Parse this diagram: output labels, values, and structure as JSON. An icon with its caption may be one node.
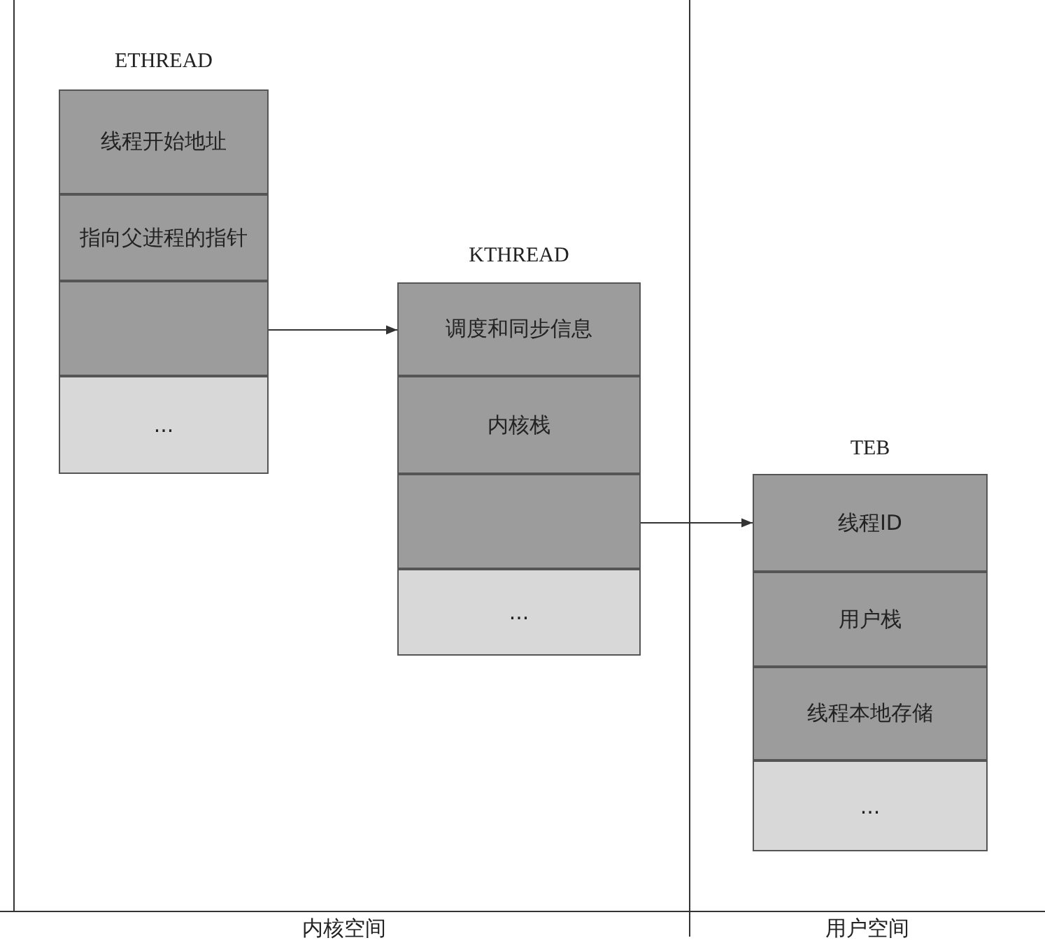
{
  "diagram": {
    "nodes": [
      {
        "text": [
          "ETHREAD"
        ]
      },
      {
        "text": [
          "线程开始地址"
        ],
        "in": 0
      },
      {
        "text": [
          "指向父进程的指针"
        ],
        "in": 0
      },
      {
        "text": [],
        "shape": "box",
        "in": 0
      },
      {
        "text": [
          "..."
        ],
        "in": 0
      },
      {
        "text": [
          "KTHREAD"
        ]
      },
      {
        "text": [
          "调度和同步信息"
        ],
        "in": 5
      },
      {
        "text": [
          "内核栈"
        ],
        "in": 5
      },
      {
        "text": [],
        "shape": "box",
        "in": 5
      },
      {
        "text": [
          "..."
        ],
        "in": 5
      },
      {
        "text": [
          "TEB"
        ]
      },
      {
        "text": [
          "线程ID"
        ],
        "in": 10
      },
      {
        "text": [
          "用户栈"
        ],
        "in": 10
      },
      {
        "text": [
          "线程本地存储"
        ],
        "in": 10
      },
      {
        "text": [
          "..."
        ],
        "in": 10
      }
    ],
    "edges": [
      {
        "from": 3,
        "to": 5,
        "arrow": "to"
      },
      {
        "from": 8,
        "to": 10,
        "arrow": "to"
      }
    ],
    "labels": [
      "内核空间",
      "用户空间"
    ]
  }
}
